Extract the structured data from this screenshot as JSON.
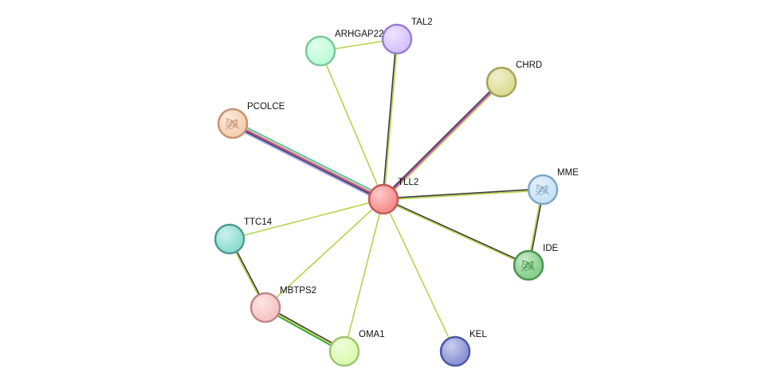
{
  "network": {
    "nodes": [
      {
        "id": "TLL2",
        "label": "TLL2",
        "fill": "#f78f8f",
        "stroke": "#c25a5a",
        "center": true
      },
      {
        "id": "ARHGAP22",
        "label": "ARHGAP22",
        "fill": "#bdfcd9",
        "stroke": "#7cc59c"
      },
      {
        "id": "TAL2",
        "label": "TAL2",
        "fill": "#d6c3fd",
        "stroke": "#9a7fcd"
      },
      {
        "id": "CHRD",
        "label": "CHRD",
        "fill": "#dddd93",
        "stroke": "#a3a35a"
      },
      {
        "id": "PCOLCE",
        "label": "PCOLCE",
        "fill": "#f6d0b2",
        "stroke": "#c49474",
        "structure": true
      },
      {
        "id": "MME",
        "label": "MME",
        "fill": "#c7e3f7",
        "stroke": "#7ea7c6",
        "structure": true
      },
      {
        "id": "TTC14",
        "label": "TTC14",
        "fill": "#8fded2",
        "stroke": "#4f9d92"
      },
      {
        "id": "IDE",
        "label": "IDE",
        "fill": "#88d08c",
        "stroke": "#4b9450",
        "structure": true
      },
      {
        "id": "MBTPS2",
        "label": "MBTPS2",
        "fill": "#f8c6c6",
        "stroke": "#c08888"
      },
      {
        "id": "OMA1",
        "label": "OMA1",
        "fill": "#dbfbaf",
        "stroke": "#9fc475"
      },
      {
        "id": "KEL",
        "label": "KEL",
        "fill": "#8c95d8",
        "stroke": "#4f58a0"
      }
    ],
    "edges": [
      {
        "source": "TLL2",
        "target": "ARHGAP22",
        "colors": [
          "#b5d44c"
        ]
      },
      {
        "source": "TLL2",
        "target": "TAL2",
        "colors": [
          "#3a3a3a",
          "#b5d44c"
        ]
      },
      {
        "source": "TLL2",
        "target": "CHRD",
        "colors": [
          "#3a3a3a",
          "#c02cc0",
          "#b5d44c"
        ]
      },
      {
        "source": "TLL2",
        "target": "PCOLCE",
        "colors": [
          "#9c9cf5",
          "#3a3a3a",
          "#c02cc0",
          "#b5d44c",
          "#5ab4d2"
        ]
      },
      {
        "source": "TLL2",
        "target": "MME",
        "colors": [
          "#3a3a3a",
          "#b5d44c"
        ]
      },
      {
        "source": "TLL2",
        "target": "IDE",
        "colors": [
          "#3a3a3a",
          "#b5d44c"
        ]
      },
      {
        "source": "TLL2",
        "target": "TTC14",
        "colors": [
          "#b5d44c"
        ]
      },
      {
        "source": "TLL2",
        "target": "MBTPS2",
        "colors": [
          "#b5d44c"
        ]
      },
      {
        "source": "TLL2",
        "target": "OMA1",
        "colors": [
          "#b5d44c"
        ]
      },
      {
        "source": "TLL2",
        "target": "KEL",
        "colors": [
          "#b5d44c"
        ]
      },
      {
        "source": "ARHGAP22",
        "target": "TAL2",
        "colors": [
          "#b5d44c"
        ]
      },
      {
        "source": "MME",
        "target": "IDE",
        "colors": [
          "#3a3a3a",
          "#b5d44c"
        ]
      },
      {
        "source": "TTC14",
        "target": "MBTPS2",
        "colors": [
          "#3a3a3a",
          "#b5d44c"
        ]
      },
      {
        "source": "MBTPS2",
        "target": "OMA1",
        "colors": [
          "#3a3a3a",
          "#b5d44c",
          "#2ca02c"
        ]
      }
    ]
  }
}
